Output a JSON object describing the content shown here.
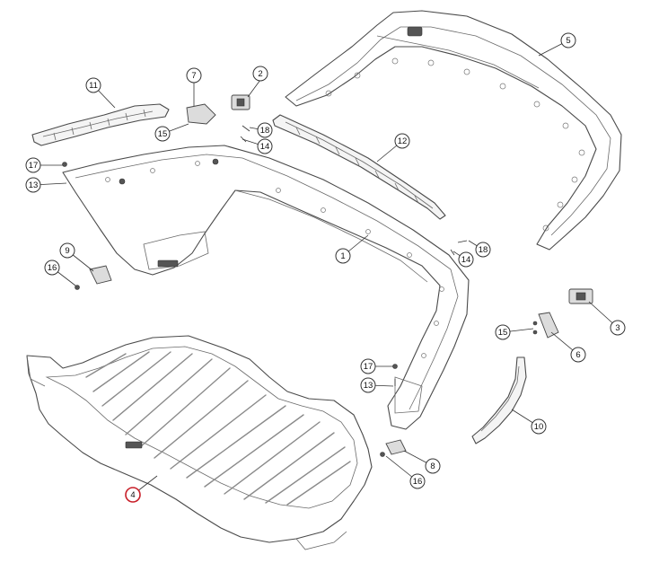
{
  "diagram": {
    "highlight_color": "#c81e28",
    "callouts": [
      {
        "id": "c1",
        "label": "1",
        "highlighted": false
      },
      {
        "id": "c2",
        "label": "2",
        "highlighted": false
      },
      {
        "id": "c3",
        "label": "3",
        "highlighted": false
      },
      {
        "id": "c4",
        "label": "4",
        "highlighted": true
      },
      {
        "id": "c5",
        "label": "5",
        "highlighted": false
      },
      {
        "id": "c6",
        "label": "6",
        "highlighted": false
      },
      {
        "id": "c7",
        "label": "7",
        "highlighted": false
      },
      {
        "id": "c8",
        "label": "8",
        "highlighted": false
      },
      {
        "id": "c9",
        "label": "9",
        "highlighted": false
      },
      {
        "id": "c10",
        "label": "10",
        "highlighted": false
      },
      {
        "id": "c11",
        "label": "11",
        "highlighted": false
      },
      {
        "id": "c12",
        "label": "12",
        "highlighted": false
      },
      {
        "id": "c13a",
        "label": "13",
        "highlighted": false
      },
      {
        "id": "c13b",
        "label": "13",
        "highlighted": false
      },
      {
        "id": "c14a",
        "label": "14",
        "highlighted": false
      },
      {
        "id": "c14b",
        "label": "14",
        "highlighted": false
      },
      {
        "id": "c15a",
        "label": "15",
        "highlighted": false
      },
      {
        "id": "c15b",
        "label": "15",
        "highlighted": false
      },
      {
        "id": "c16a",
        "label": "16",
        "highlighted": false
      },
      {
        "id": "c16b",
        "label": "16",
        "highlighted": false
      },
      {
        "id": "c17a",
        "label": "17",
        "highlighted": false
      },
      {
        "id": "c17b",
        "label": "17",
        "highlighted": false
      },
      {
        "id": "c18a",
        "label": "18",
        "highlighted": false
      },
      {
        "id": "c18b",
        "label": "18",
        "highlighted": false
      }
    ]
  }
}
